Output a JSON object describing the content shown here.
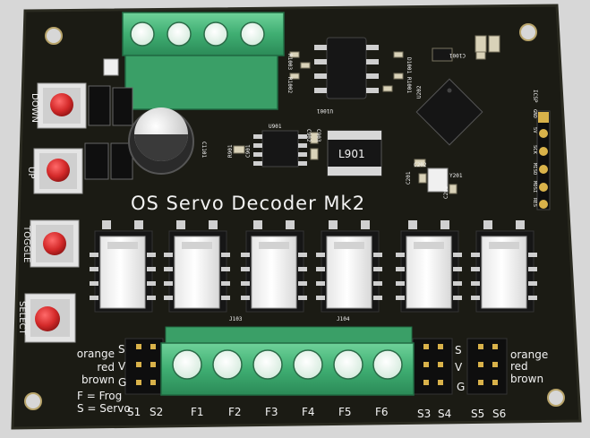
{
  "board": {
    "title": "OS Servo Decoder Mk2",
    "colors": {
      "background": "#d7d7d7",
      "pcb": "#1b1b14",
      "pcb_edge": "#2a2a20",
      "silkscreen": "#f2f2f2",
      "terminal_green": "#3fae72",
      "button_red": "#d42a2a",
      "relay_white": "#f4f4f4",
      "ic_black": "#161616",
      "pad_gold": "#d9b24a"
    }
  },
  "buttons": [
    {
      "label": "DOWN"
    },
    {
      "label": "UP"
    },
    {
      "label": "TOGGLE"
    },
    {
      "label": "SELECT"
    }
  ],
  "component_labels": {
    "inductor": "L901",
    "cap_c1101": "C1101",
    "ic_u901": "U901",
    "ic_u1001": "U1001",
    "mcu_u202": "U202",
    "crystal_y201": "Y201",
    "r1003": "R1003",
    "r1002": "R1002",
    "r1001": "R1001",
    "d1001": "D1001",
    "c1001": "C1001",
    "c203": "C203",
    "c202": "C202",
    "c201": "C201",
    "c902": "C902",
    "c903": "C903",
    "c901": "C901",
    "r901": "R901",
    "j103": "J103",
    "j104": "J104"
  },
  "icsp": {
    "label": "ICSP",
    "pins": [
      "GND",
      "5V",
      "SCK",
      "MISO",
      "MOSI",
      "RES"
    ]
  },
  "legend": {
    "left_wires": [
      "orange",
      "red",
      "brown"
    ],
    "right_wires": [
      "orange",
      "red",
      "brown"
    ],
    "pin_letters_left": [
      "S",
      "V",
      "G"
    ],
    "pin_letters_right": [
      "S",
      "V",
      "G"
    ],
    "key_frog": "F = Frog",
    "key_servo": "S = Servo"
  },
  "connector_labels": [
    "S1",
    "S2",
    "F1",
    "F2",
    "F3",
    "F4",
    "F5",
    "F6",
    "S3",
    "S4",
    "S5",
    "S6"
  ],
  "relays": {
    "count": 6
  },
  "top_terminal": {
    "positions": 4
  },
  "bottom_terminal": {
    "positions": 6
  }
}
